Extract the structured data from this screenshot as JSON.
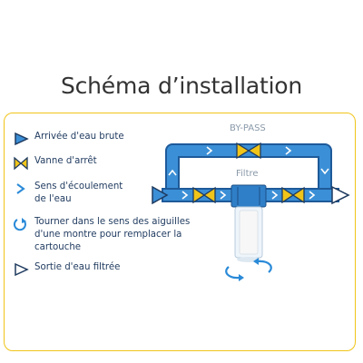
{
  "title": "Schéma d’installation",
  "legend": [
    {
      "icon": "blue-triangle-icon",
      "text": "Arrivée d'eau brute"
    },
    {
      "icon": "valve-icon",
      "text": "Vanne d'arrêt"
    },
    {
      "icon": "flow-chevron-icon",
      "text": "Sens d'écoulement de l'eau"
    },
    {
      "icon": "rotate-clockwise-icon",
      "text": "Tourner dans le sens des aiguilles d'une montre pour remplacer la cartouche"
    },
    {
      "icon": "white-triangle-icon",
      "text": "Sortie d'eau filtrée"
    }
  ],
  "labels": {
    "bypass": "BY-PASS",
    "filter": "Filtre"
  },
  "colors": {
    "pipe": "#3b8fd6",
    "pipe_dark": "#1e5a9a",
    "valve": "#f0c419",
    "frame": "#f0c419",
    "text": "#1f3a5f"
  }
}
